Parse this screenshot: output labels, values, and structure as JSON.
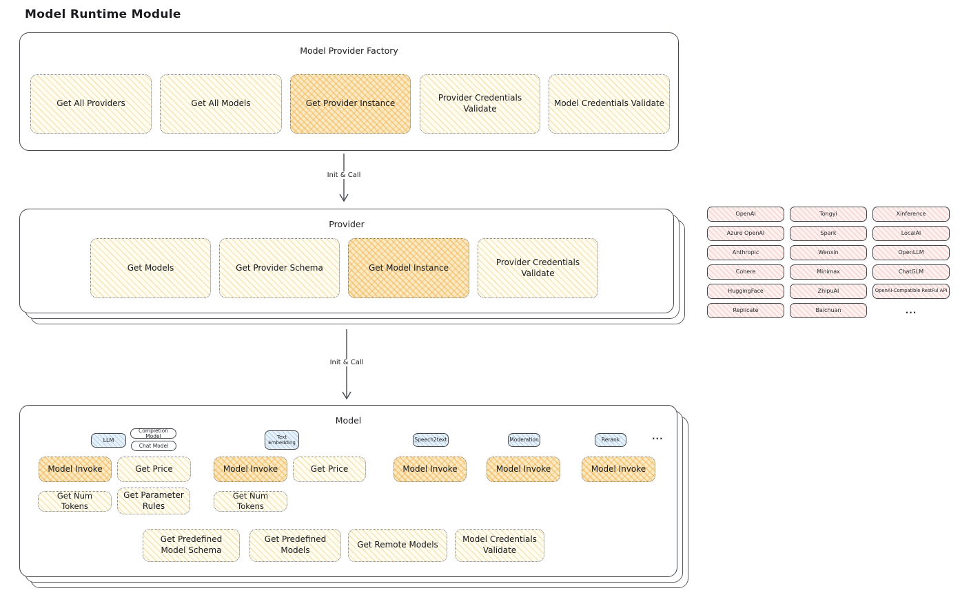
{
  "page_title": "Model Runtime Module",
  "arrows": {
    "label1": "Init & Call",
    "label2": "Init & Call"
  },
  "factory": {
    "title": "Model Provider Factory",
    "ops": {
      "get_all_providers": "Get All Providers",
      "get_all_models": "Get All Models",
      "get_provider_instance": "Get Provider Instance",
      "provider_credentials_validate": "Provider Credentials Validate",
      "model_credentials_validate": "Model Credentials Validate"
    }
  },
  "provider": {
    "title": "Provider",
    "ops": {
      "get_models": "Get Models",
      "get_provider_schema": "Get Provider Schema",
      "get_model_instance": "Get Model Instance",
      "provider_credentials_validate": "Provider Credentials Validate"
    }
  },
  "providers": [
    "OpenAI",
    "Tongyi",
    "Xinference",
    "Azure OpenAI",
    "Spark",
    "LocalAI",
    "Anthropic",
    "Wenxin",
    "OpenLLM",
    "Cohere",
    "Minimax",
    "ChatGLM",
    "HuggingFace",
    "ZhipuAI",
    "OpenAI-Compatible RestFul API",
    "Replicate",
    "Baichuan"
  ],
  "providers_more": "...",
  "model": {
    "title": "Model",
    "tags": {
      "llm": "LLM",
      "completion_model": "Completion Model",
      "chat_model": "Chat Model",
      "text_embedding": "Text Embedding",
      "speech2text": "Speech2text",
      "moderation": "Moderation",
      "rerank": "Rerank",
      "more": "..."
    },
    "ops": {
      "model_invoke": "Model Invoke",
      "get_price": "Get Price",
      "get_num_tokens": "Get Num Tokens",
      "get_parameter_rules": "Get Parameter Rules",
      "get_predefined_model_schema": "Get Predefined Model Schema",
      "get_predefined_models": "Get Predefined Models",
      "get_remote_models": "Get Remote Models",
      "model_credentials_validate": "Model Credentials Validate"
    }
  },
  "colors": {
    "stroke": "#43474c",
    "yellow_fill": "#fdf3d3",
    "orange_fill": "#f8dfae",
    "pink_fill": "#fdeeee",
    "blue_fill": "#dcebf7"
  }
}
